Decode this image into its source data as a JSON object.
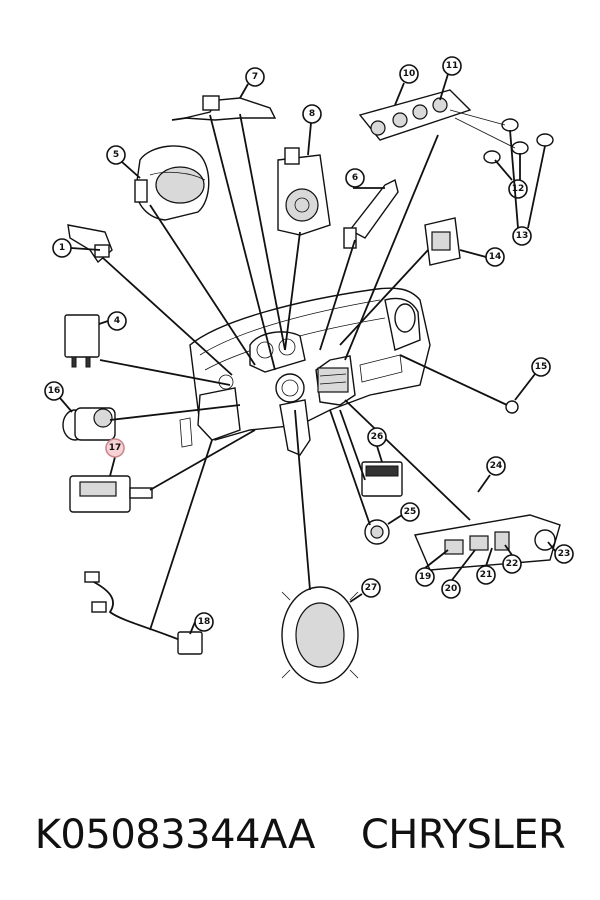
{
  "caption": {
    "part_number": "K05083344AA",
    "brand": "CHRYSLER"
  },
  "callouts": [
    {
      "id": "c1",
      "label": "1"
    },
    {
      "id": "c4",
      "label": "4"
    },
    {
      "id": "c5",
      "label": "5"
    },
    {
      "id": "c6",
      "label": "6"
    },
    {
      "id": "c7",
      "label": "7"
    },
    {
      "id": "c8",
      "label": "8"
    },
    {
      "id": "c10",
      "label": "10"
    },
    {
      "id": "c11",
      "label": "11"
    },
    {
      "id": "c12",
      "label": "12"
    },
    {
      "id": "c13",
      "label": "13"
    },
    {
      "id": "c14",
      "label": "14"
    },
    {
      "id": "c15",
      "label": "15"
    },
    {
      "id": "c16",
      "label": "16"
    },
    {
      "id": "c17",
      "label": "17",
      "highlighted": true
    },
    {
      "id": "c18",
      "label": "18"
    },
    {
      "id": "c19",
      "label": "19"
    },
    {
      "id": "c20",
      "label": "20"
    },
    {
      "id": "c21",
      "label": "21"
    },
    {
      "id": "c22",
      "label": "22"
    },
    {
      "id": "c23",
      "label": "23"
    },
    {
      "id": "c24",
      "label": "24"
    },
    {
      "id": "c25",
      "label": "25"
    },
    {
      "id": "c26",
      "label": "26"
    },
    {
      "id": "c27",
      "label": "27"
    }
  ],
  "colors": {
    "line": "#111111",
    "highlight_fill": "#f7d3d6",
    "highlight_stroke": "#c98a90",
    "background": "#ffffff"
  }
}
